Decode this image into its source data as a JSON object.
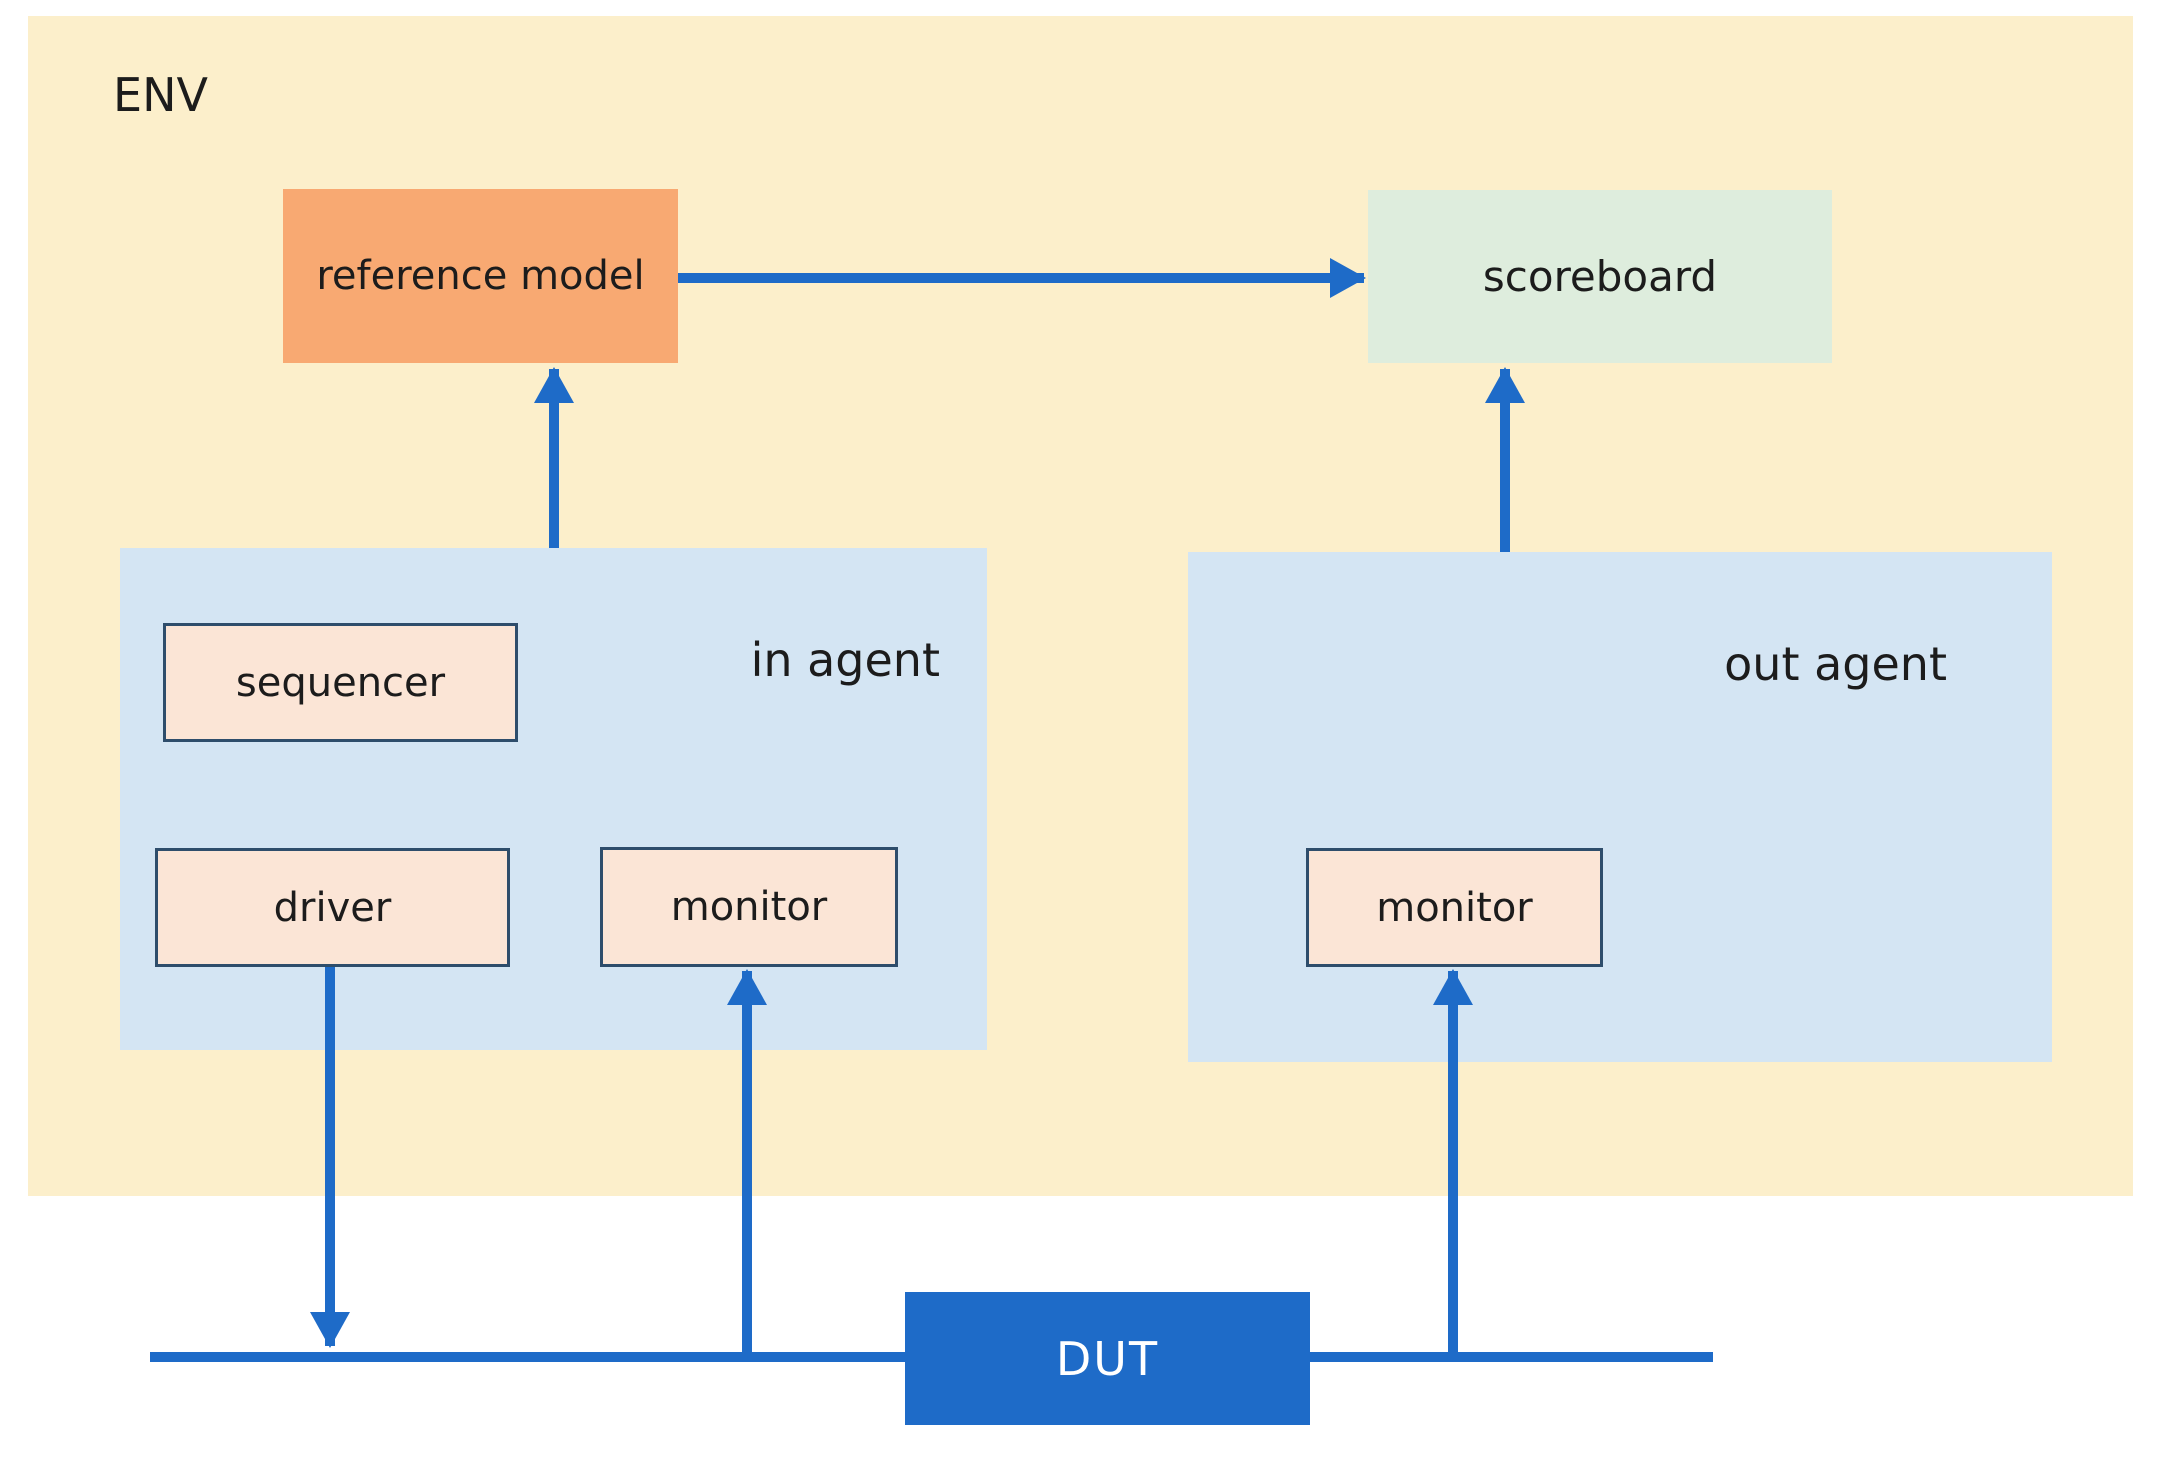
{
  "diagram": {
    "env": {
      "label": "ENV"
    },
    "reference_model": {
      "label": "reference model"
    },
    "scoreboard": {
      "label": "scoreboard"
    },
    "in_agent": {
      "label": "in agent",
      "sequencer": {
        "label": "sequencer"
      },
      "driver": {
        "label": "driver"
      },
      "monitor": {
        "label": "monitor"
      }
    },
    "out_agent": {
      "label": "out agent",
      "monitor": {
        "label": "monitor"
      }
    },
    "dut": {
      "label": "DUT"
    },
    "colors": {
      "env_bg": "#FCEFCB",
      "agent_bg": "#D4E5F3",
      "component_bg": "#FBE5D6",
      "component_border": "#2E4D6B",
      "reference_model_bg": "#F8A972",
      "scoreboard_bg": "#DEEDDD",
      "arrow": "#1E6BC8",
      "dut_bg": "#1E6BC8",
      "dut_text": "#FFFFFF",
      "text": "#1C1C1C",
      "page_bg": "#FFFFFF"
    },
    "connections": [
      {
        "from": "in agent",
        "to": "reference model"
      },
      {
        "from": "reference model",
        "to": "scoreboard"
      },
      {
        "from": "out agent",
        "to": "scoreboard"
      },
      {
        "from": "driver",
        "to": "dut bus"
      },
      {
        "from": "dut bus",
        "to": "in agent monitor"
      },
      {
        "from": "dut bus",
        "to": "out agent monitor"
      }
    ]
  }
}
